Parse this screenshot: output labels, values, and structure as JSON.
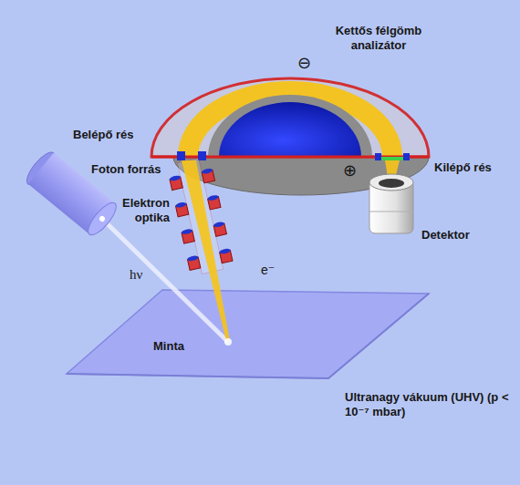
{
  "diagram": {
    "nodes": [
      {
        "text": [
          "Minta"
        ]
      }
    ],
    "labels": [
      "Kettős félgömb analizátor",
      "⊖",
      "Belépő rés",
      "⊕",
      "Kilépő rés",
      "Foton forrás",
      "Elektron optika",
      "Detektor",
      "hν",
      "e⁻",
      "Ultranagy vákuum (UHV) (p < 10⁻⁷ mbar)"
    ]
  }
}
